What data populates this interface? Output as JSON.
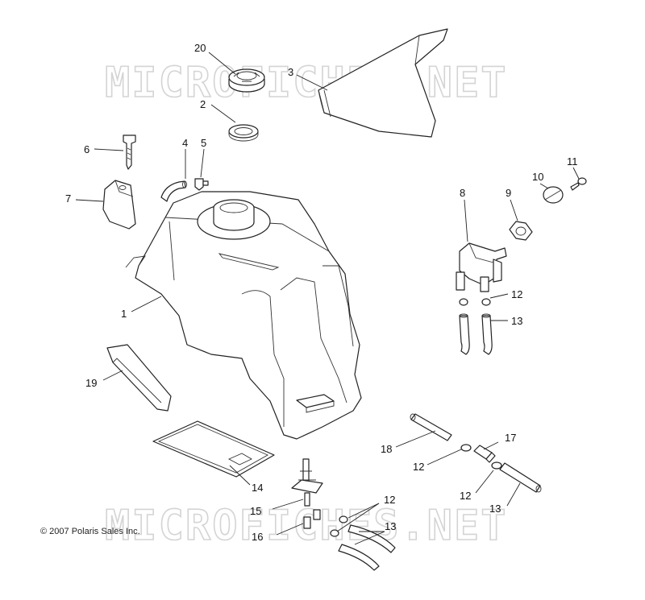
{
  "watermark": "MICROFICHES.NET",
  "copyright": "© 2007 Polaris Sales Inc.",
  "callouts": {
    "c20": "20",
    "c3": "3",
    "c2": "2",
    "c6": "6",
    "c4": "4",
    "c5": "5",
    "c11": "11",
    "c10": "10",
    "c9": "9",
    "c8": "8",
    "c7": "7",
    "c1": "1",
    "c12a": "12",
    "c13a": "13",
    "c19": "19",
    "c18": "18",
    "c17": "17",
    "c12b": "12",
    "c12c": "12",
    "c14": "14",
    "c13b": "13",
    "c12d": "12",
    "c15": "15",
    "c13c": "13",
    "c16": "16"
  }
}
